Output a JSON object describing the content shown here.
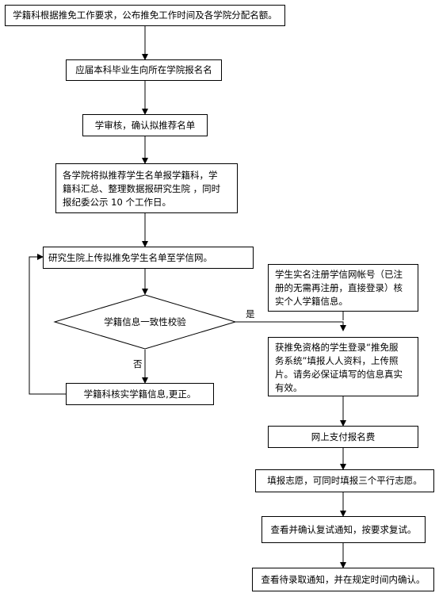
{
  "flowchart": {
    "step1": "学籍科根据推免工作要求，公布推免工作时间及各学院分配名额。",
    "step2": "应届本科毕业生向所在学院报名名",
    "step3": "学审核，确认拟推荐名单",
    "step4": [
      "各学院将拟推荐学生名单报学籍科，学",
      "籍科汇总、整理数据报研究生院 ，同时",
      "报纪委公示 10 个工作日。"
    ],
    "step5": "研究生院上传拟推免学生名单至学信网。",
    "decision": "学籍信息一致性校验",
    "yes_label": "是",
    "no_label": "否",
    "correct": "学籍科核实学籍信息,更正。",
    "register": [
      "学生实名注册学信网帐号（已注",
      "册的无需再注册，直接登录）核",
      "实个人学籍信息。"
    ],
    "login": [
      "获推免资格的学生登录“推免服",
      "务系统”填报人人资料，上传照",
      "片。请务必保证填写的信息真实",
      "有效。"
    ],
    "pay": "网上支付报名费",
    "apply": "填报志愿，可同时填报三个平行志愿。",
    "interview": "查看并确认复试通知，按要求复试。",
    "admit": "查看待录取通知，并在规定时间内确认。"
  }
}
